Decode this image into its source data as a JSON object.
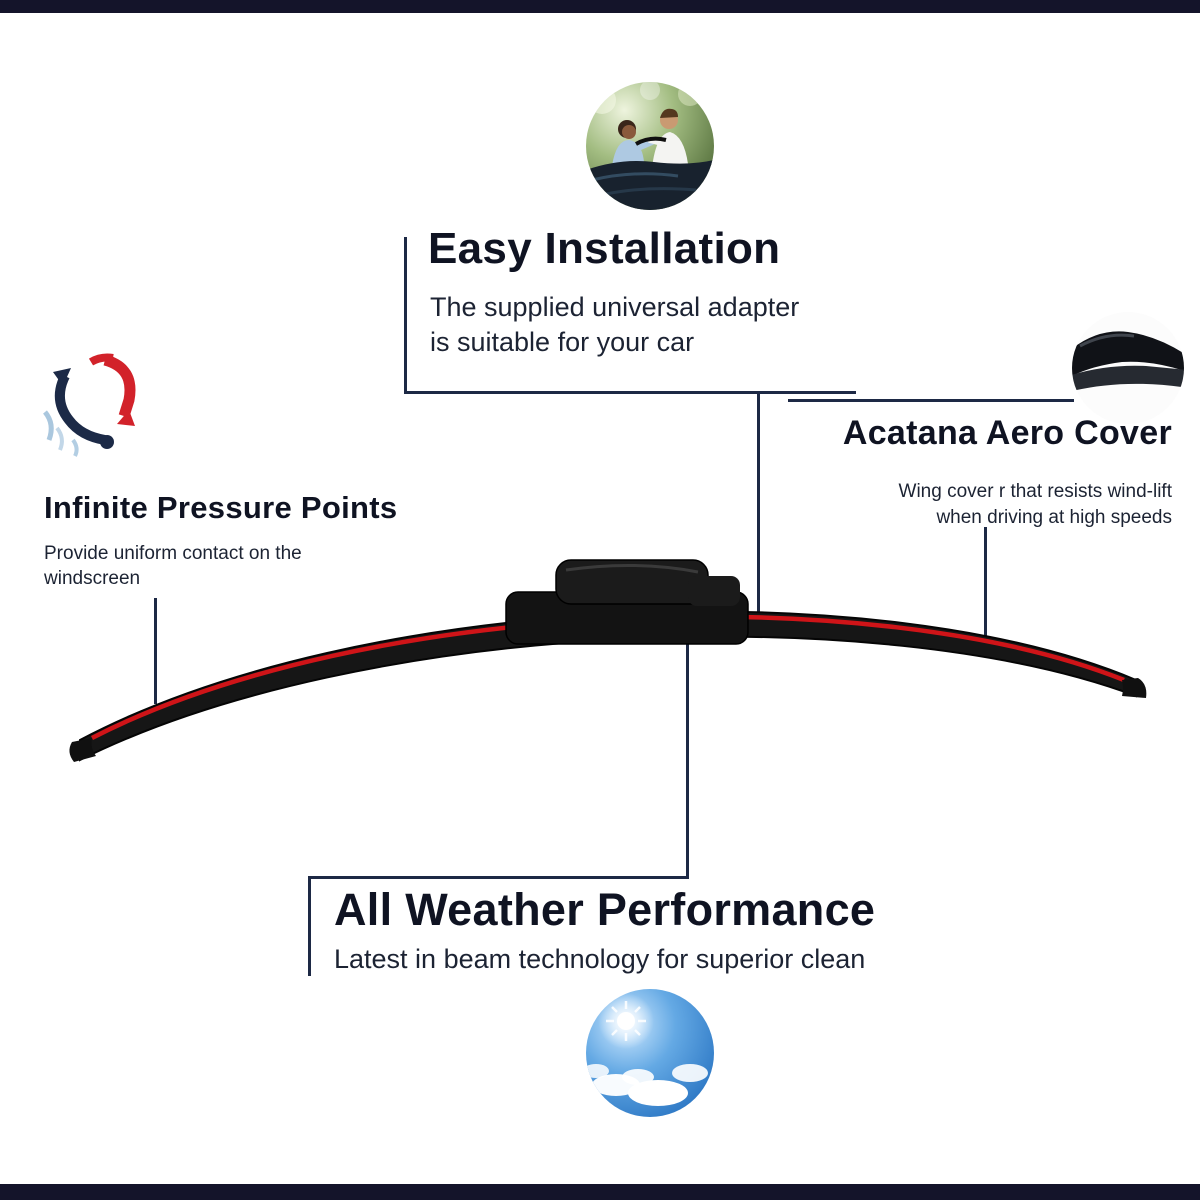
{
  "theme": {
    "background": "#ffffff",
    "bar_color": "#14142a",
    "heading_color": "#0f1322",
    "body_text_color": "#1c2333",
    "connector_color": "#1d2945",
    "blade_color": "#161616",
    "stripe_color": "#cf1418"
  },
  "sections": {
    "installation": {
      "title": "Easy Installation",
      "description": "The supplied universal adapter\nis suitable for your car"
    },
    "aero_cover": {
      "title": "Acatana Aero Cover",
      "description": "Wing cover r that resists wind-lift\nwhen driving at high speeds"
    },
    "pressure_points": {
      "title": "Infinite Pressure Points",
      "description": "Provide uniform contact on the\nwindscreen"
    },
    "all_weather": {
      "title": "All Weather Performance",
      "description": "Latest in beam technology for superior clean"
    }
  }
}
